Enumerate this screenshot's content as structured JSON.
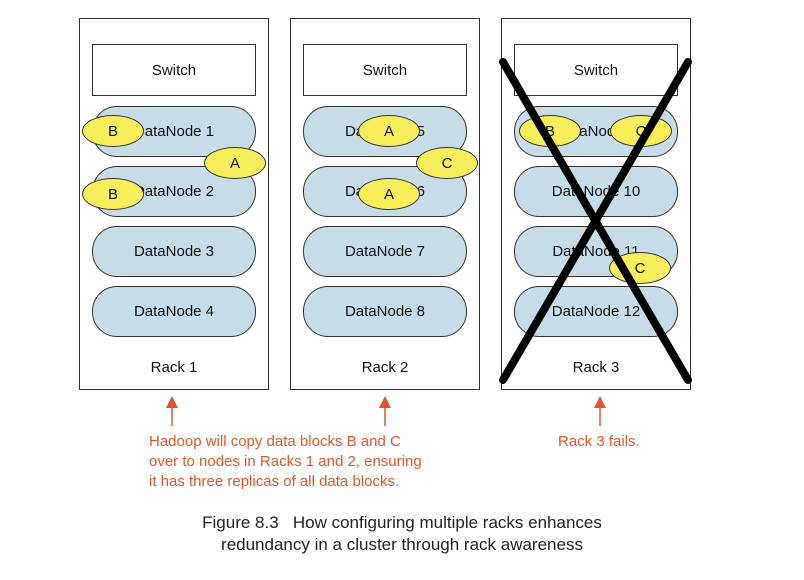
{
  "switch_label": "Switch",
  "racks": [
    {
      "label": "Rack 1",
      "nodes": [
        "DataNode 1",
        "DataNode 2",
        "DataNode 3",
        "DataNode 4"
      ]
    },
    {
      "label": "Rack 2",
      "nodes": [
        "DataNode 5",
        "DataNode 6",
        "DataNode 7",
        "DataNode 8"
      ]
    },
    {
      "label": "Rack 3",
      "nodes": [
        "DataNode 9",
        "DataNode 10",
        "DataNode 11",
        "DataNode 12"
      ]
    }
  ],
  "blocks": {
    "b": "B",
    "a": "A",
    "c": "C"
  },
  "notes": {
    "copy_lines": [
      "Hadoop will copy data blocks B and C",
      "over to nodes in Racks 1 and 2, ensuring",
      "it has three replicas of all data blocks."
    ],
    "fail": "Rack 3 fails."
  },
  "caption": {
    "figure_number": "Figure 8.3",
    "line1": "How configuring multiple racks enhances",
    "line2": "redundancy in a cluster through rack awareness"
  },
  "colors": {
    "datanode_fill": "#c8dce8",
    "block_fill": "#f7ee5c",
    "annotation": "#e0562a",
    "failure_cross": "#000000"
  }
}
